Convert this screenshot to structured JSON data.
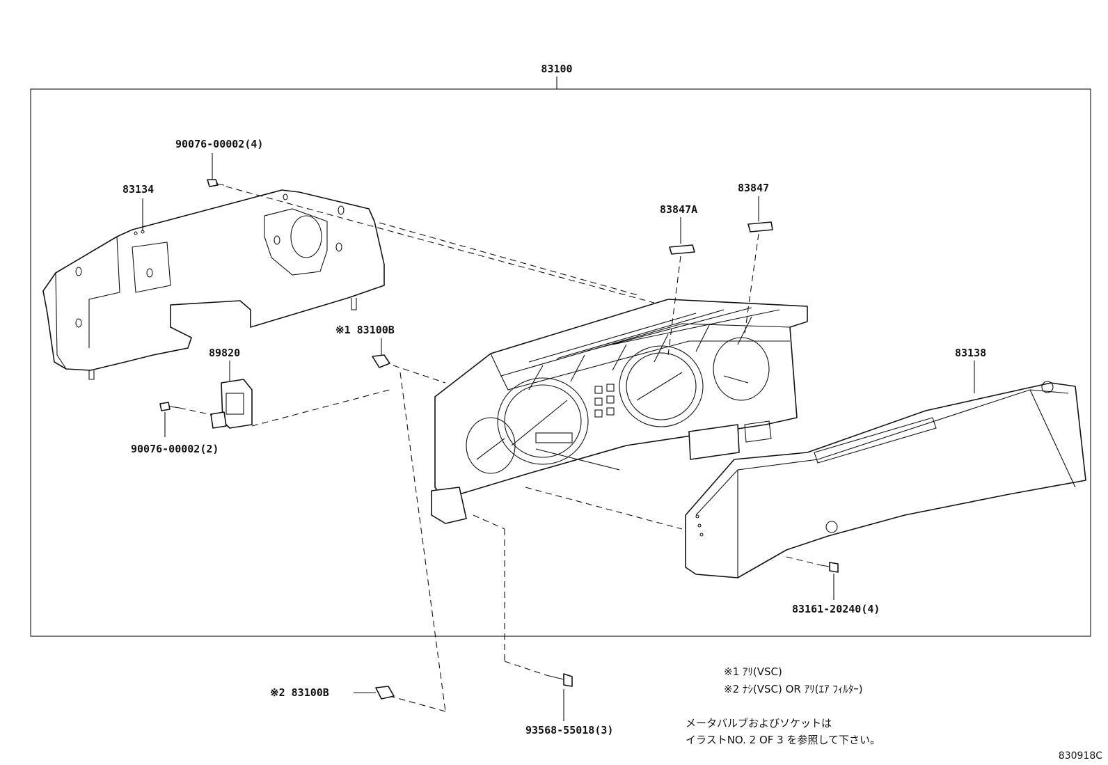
{
  "diagram": {
    "assembly_label": "83100",
    "parts": {
      "p83134": "83134",
      "p90076_top": "90076-00002(4)",
      "p89820": "89820",
      "p90076_left": "90076-00002(2)",
      "p83100b_1": "※1 83100B",
      "p83847a": "83847A",
      "p83847": "83847",
      "p83138": "83138",
      "p83161": "83161-20240(4)",
      "p83100b_2": "※2 83100B",
      "p93568": "93568-55018(3)"
    },
    "notes": {
      "note1": "※1  ｱﾘ(VSC)",
      "note2": "※2  ﾅｼ(VSC)  OR  ｱﾘ(ｴｱ ﾌｨﾙﾀｰ)",
      "jp_line1": "メータバルブおよびソケットは",
      "jp_line2": "イラストNO. 2 OF 3 を参照して下さい。"
    },
    "figure_code": "830918C"
  }
}
